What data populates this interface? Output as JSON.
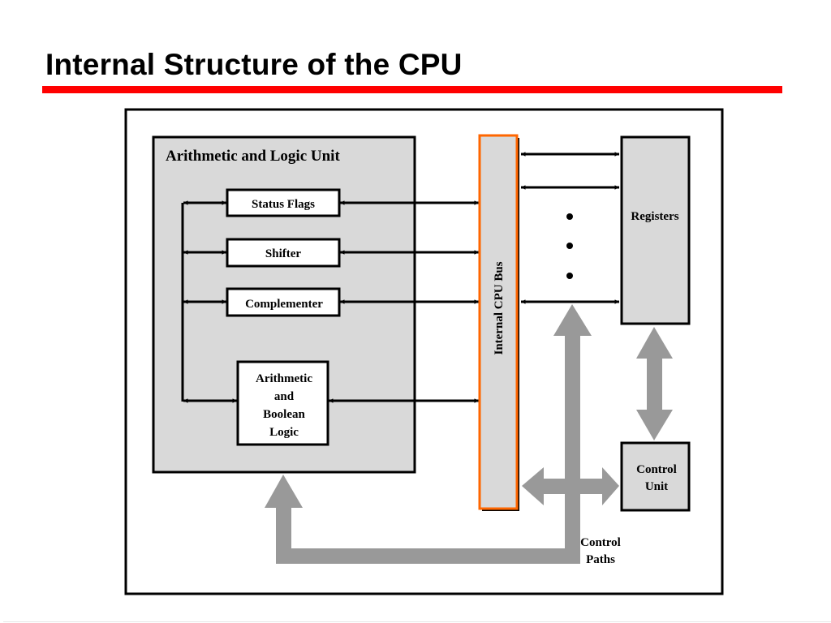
{
  "slide": {
    "title": "Internal Structure of the CPU",
    "accent_color": "#ff0000"
  },
  "diagram": {
    "alu": {
      "title": "Arithmetic and Logic Unit",
      "components": [
        {
          "id": "status-flags",
          "label": "Status Flags"
        },
        {
          "id": "shifter",
          "label": "Shifter"
        },
        {
          "id": "complementer",
          "label": "Complementer"
        },
        {
          "id": "arithmetic-boolean-logic",
          "label_lines": [
            "Arithmetic",
            "and",
            "Boolean",
            "Logic"
          ]
        }
      ]
    },
    "bus": {
      "label": "Internal CPU Bus",
      "highlight_color": "#ff6600"
    },
    "registers": {
      "label": "Registers"
    },
    "control_unit": {
      "label_lines": [
        "Control",
        "Unit"
      ]
    },
    "control_paths": {
      "label_lines": [
        "Control",
        "Paths"
      ]
    },
    "colors": {
      "box_fill": "#d9d9d9",
      "inner_box_fill": "#ffffff",
      "control_path_gray": "#999999",
      "line": "#000000"
    }
  }
}
